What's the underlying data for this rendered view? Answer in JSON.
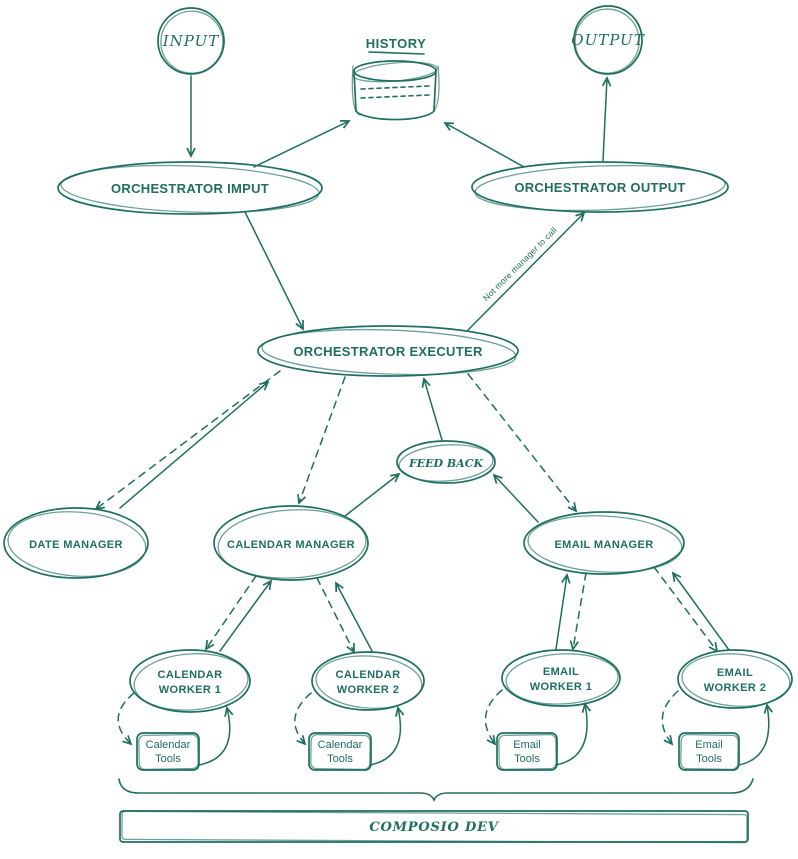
{
  "diagram": {
    "colors": {
      "ink": "#1e6f60",
      "background": "#ffffff"
    },
    "nodes": {
      "input": {
        "label": "INPUT"
      },
      "history": {
        "label": "HISTORY"
      },
      "output": {
        "label": "OUTPUT"
      },
      "orchestrator_input": {
        "label": "ORCHESTRATOR IMPUT"
      },
      "orchestrator_output": {
        "label": "ORCHESTRATOR OUTPUT"
      },
      "orchestrator_executer": {
        "label": "ORCHESTRATOR EXECUTER"
      },
      "feedback": {
        "label": "FEED BACK"
      },
      "date_manager": {
        "label": "DATE MANAGER"
      },
      "calendar_manager": {
        "label": "CALENDAR MANAGER"
      },
      "email_manager": {
        "label": "EMAIL MANAGER"
      },
      "calendar_worker_1": {
        "line1": "CALENDAR",
        "line2": "WORKER 1"
      },
      "calendar_worker_2": {
        "line1": "CALENDAR",
        "line2": "WORKER 2"
      },
      "email_worker_1": {
        "line1": "EMAIL",
        "line2": "WORKER 1"
      },
      "email_worker_2": {
        "line1": "EMAIL",
        "line2": "WORKER 2"
      },
      "calendar_tools_1": {
        "line1": "Calendar",
        "line2": "Tools"
      },
      "calendar_tools_2": {
        "line1": "Calendar",
        "line2": "Tools"
      },
      "email_tools_1": {
        "line1": "Email",
        "line2": "Tools"
      },
      "email_tools_2": {
        "line1": "Email",
        "line2": "Tools"
      },
      "composio_dev": {
        "label": "COMPOSIO DEV"
      }
    },
    "edge_labels": {
      "no_more_manager": "Not more manager to call"
    }
  }
}
